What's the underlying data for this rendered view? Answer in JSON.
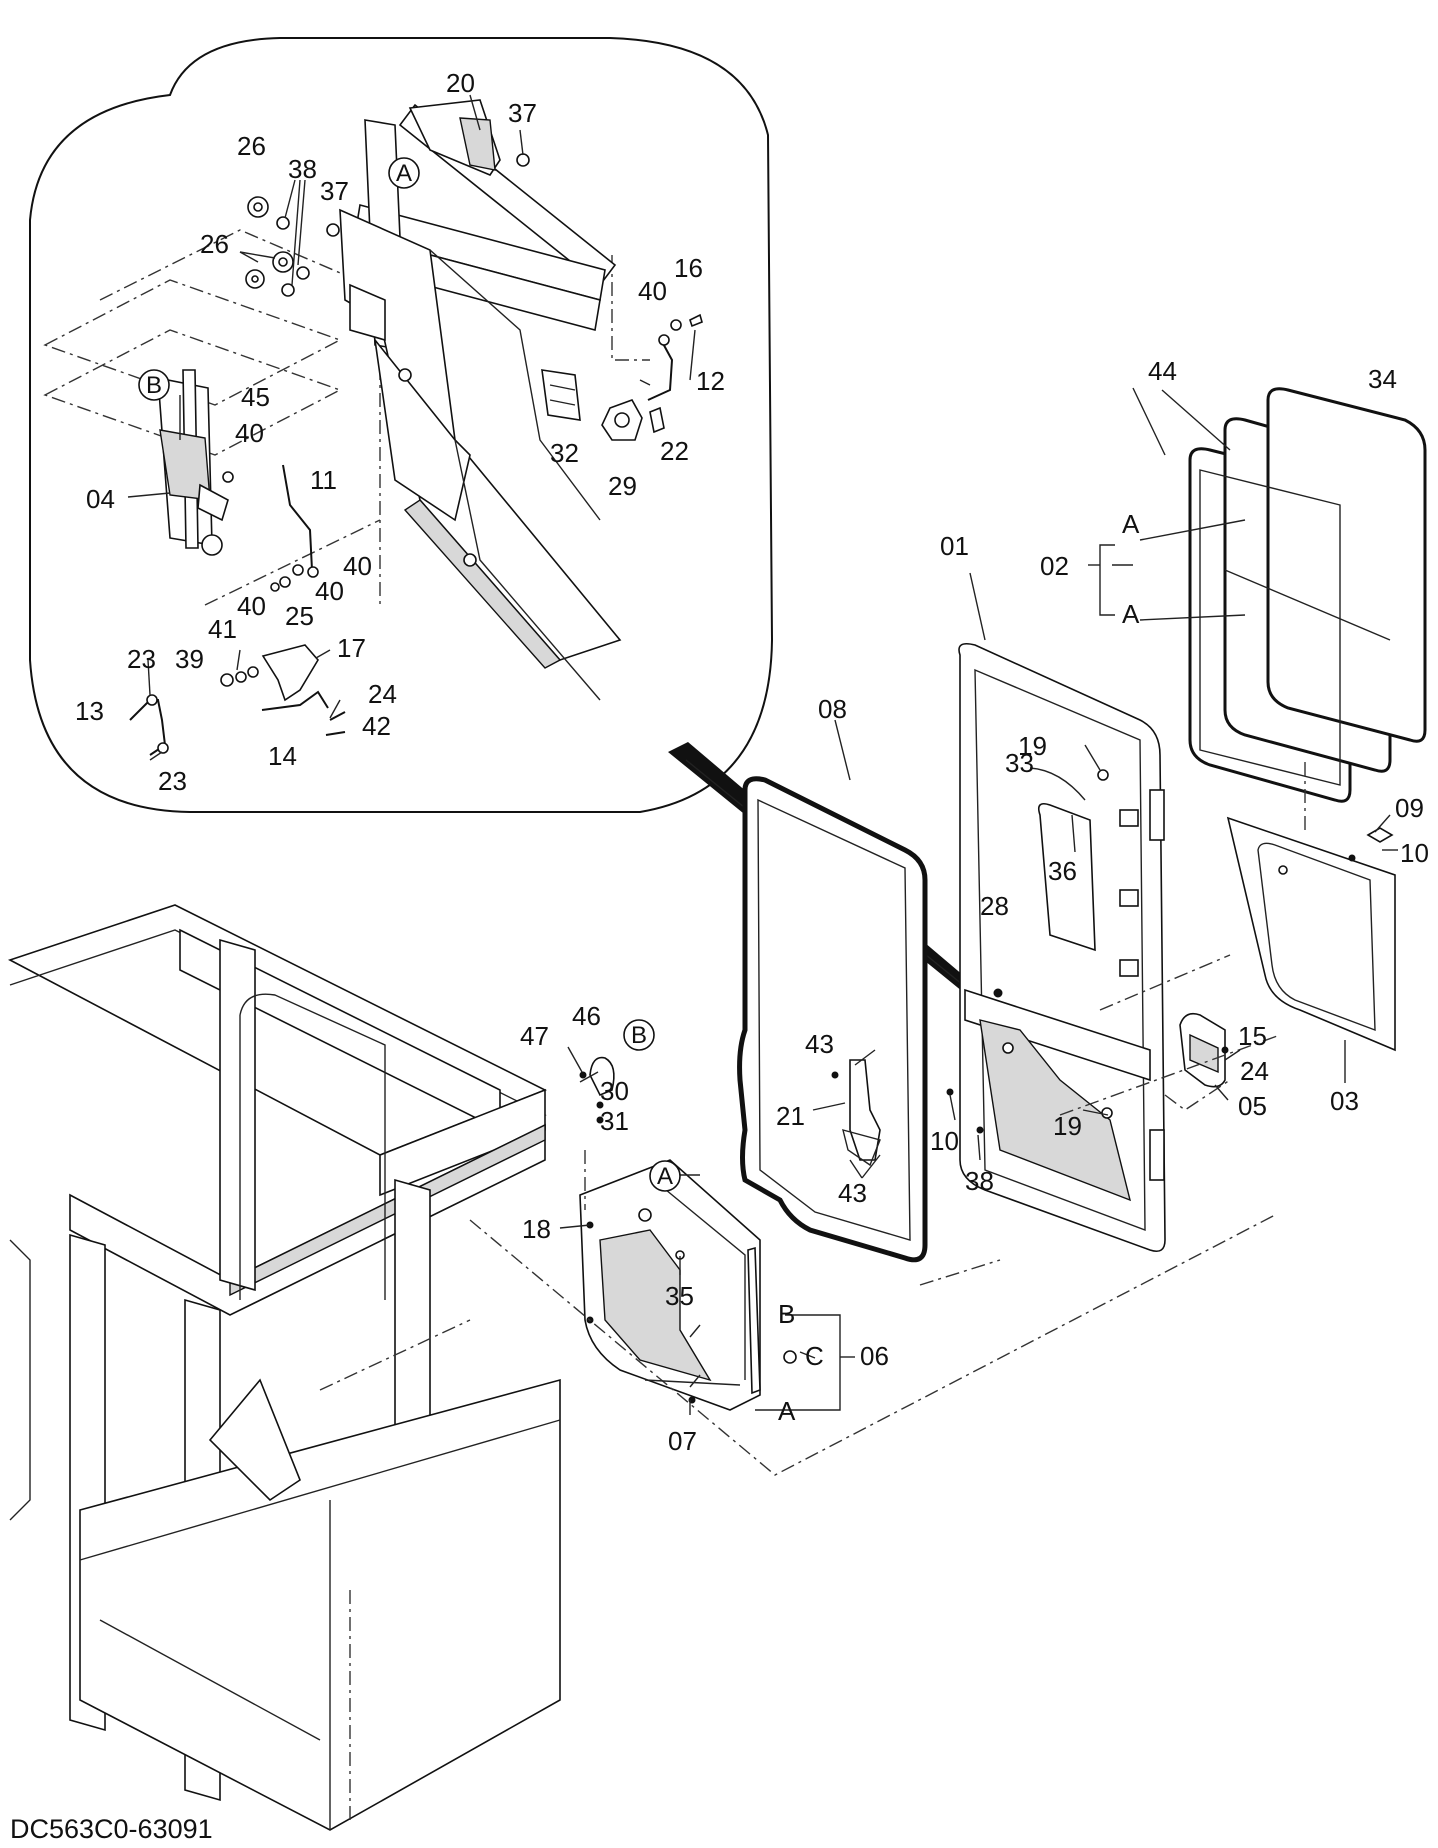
{
  "drawing_code": "DC563C0-63091",
  "detail_markers": [
    "A",
    "B"
  ],
  "labels": [
    {
      "id": "20",
      "text": "20"
    },
    {
      "id": "37a",
      "text": "37"
    },
    {
      "id": "26a",
      "text": "26"
    },
    {
      "id": "38",
      "text": "38"
    },
    {
      "id": "37b",
      "text": "37"
    },
    {
      "id": "26b",
      "text": "26"
    },
    {
      "id": "16",
      "text": "16"
    },
    {
      "id": "40a",
      "text": "40"
    },
    {
      "id": "12",
      "text": "12"
    },
    {
      "id": "45",
      "text": "45"
    },
    {
      "id": "40b",
      "text": "40"
    },
    {
      "id": "04",
      "text": "04"
    },
    {
      "id": "11",
      "text": "11"
    },
    {
      "id": "32",
      "text": "32"
    },
    {
      "id": "22",
      "text": "22"
    },
    {
      "id": "29",
      "text": "29"
    },
    {
      "id": "40c",
      "text": "40"
    },
    {
      "id": "40d",
      "text": "40"
    },
    {
      "id": "25",
      "text": "25"
    },
    {
      "id": "40e",
      "text": "40"
    },
    {
      "id": "41",
      "text": "41"
    },
    {
      "id": "17",
      "text": "17"
    },
    {
      "id": "23a",
      "text": "23"
    },
    {
      "id": "39",
      "text": "39"
    },
    {
      "id": "24a",
      "text": "24"
    },
    {
      "id": "13",
      "text": "13"
    },
    {
      "id": "42",
      "text": "42"
    },
    {
      "id": "14",
      "text": "14"
    },
    {
      "id": "23b",
      "text": "23"
    },
    {
      "id": "44",
      "text": "44"
    },
    {
      "id": "34",
      "text": "34"
    },
    {
      "id": "01",
      "text": "01"
    },
    {
      "id": "02",
      "text": "02"
    },
    {
      "id": "A1",
      "text": "A"
    },
    {
      "id": "A2",
      "text": "A"
    },
    {
      "id": "08",
      "text": "08"
    },
    {
      "id": "19a",
      "text": "19"
    },
    {
      "id": "33",
      "text": "33"
    },
    {
      "id": "09",
      "text": "09"
    },
    {
      "id": "10a",
      "text": "10"
    },
    {
      "id": "36",
      "text": "36"
    },
    {
      "id": "28",
      "text": "28"
    },
    {
      "id": "47",
      "text": "47"
    },
    {
      "id": "46",
      "text": "46"
    },
    {
      "id": "43a",
      "text": "43"
    },
    {
      "id": "15",
      "text": "15"
    },
    {
      "id": "24b",
      "text": "24"
    },
    {
      "id": "30",
      "text": "30"
    },
    {
      "id": "21",
      "text": "21"
    },
    {
      "id": "05",
      "text": "05"
    },
    {
      "id": "03",
      "text": "03"
    },
    {
      "id": "31",
      "text": "31"
    },
    {
      "id": "10b",
      "text": "10"
    },
    {
      "id": "19b",
      "text": "19"
    },
    {
      "id": "43b",
      "text": "43"
    },
    {
      "id": "38b",
      "text": "38"
    },
    {
      "id": "35",
      "text": "35"
    },
    {
      "id": "18",
      "text": "18"
    },
    {
      "id": "B1",
      "text": "B"
    },
    {
      "id": "C",
      "text": "C"
    },
    {
      "id": "06",
      "text": "06"
    },
    {
      "id": "A3",
      "text": "A"
    },
    {
      "id": "07",
      "text": "07"
    }
  ]
}
